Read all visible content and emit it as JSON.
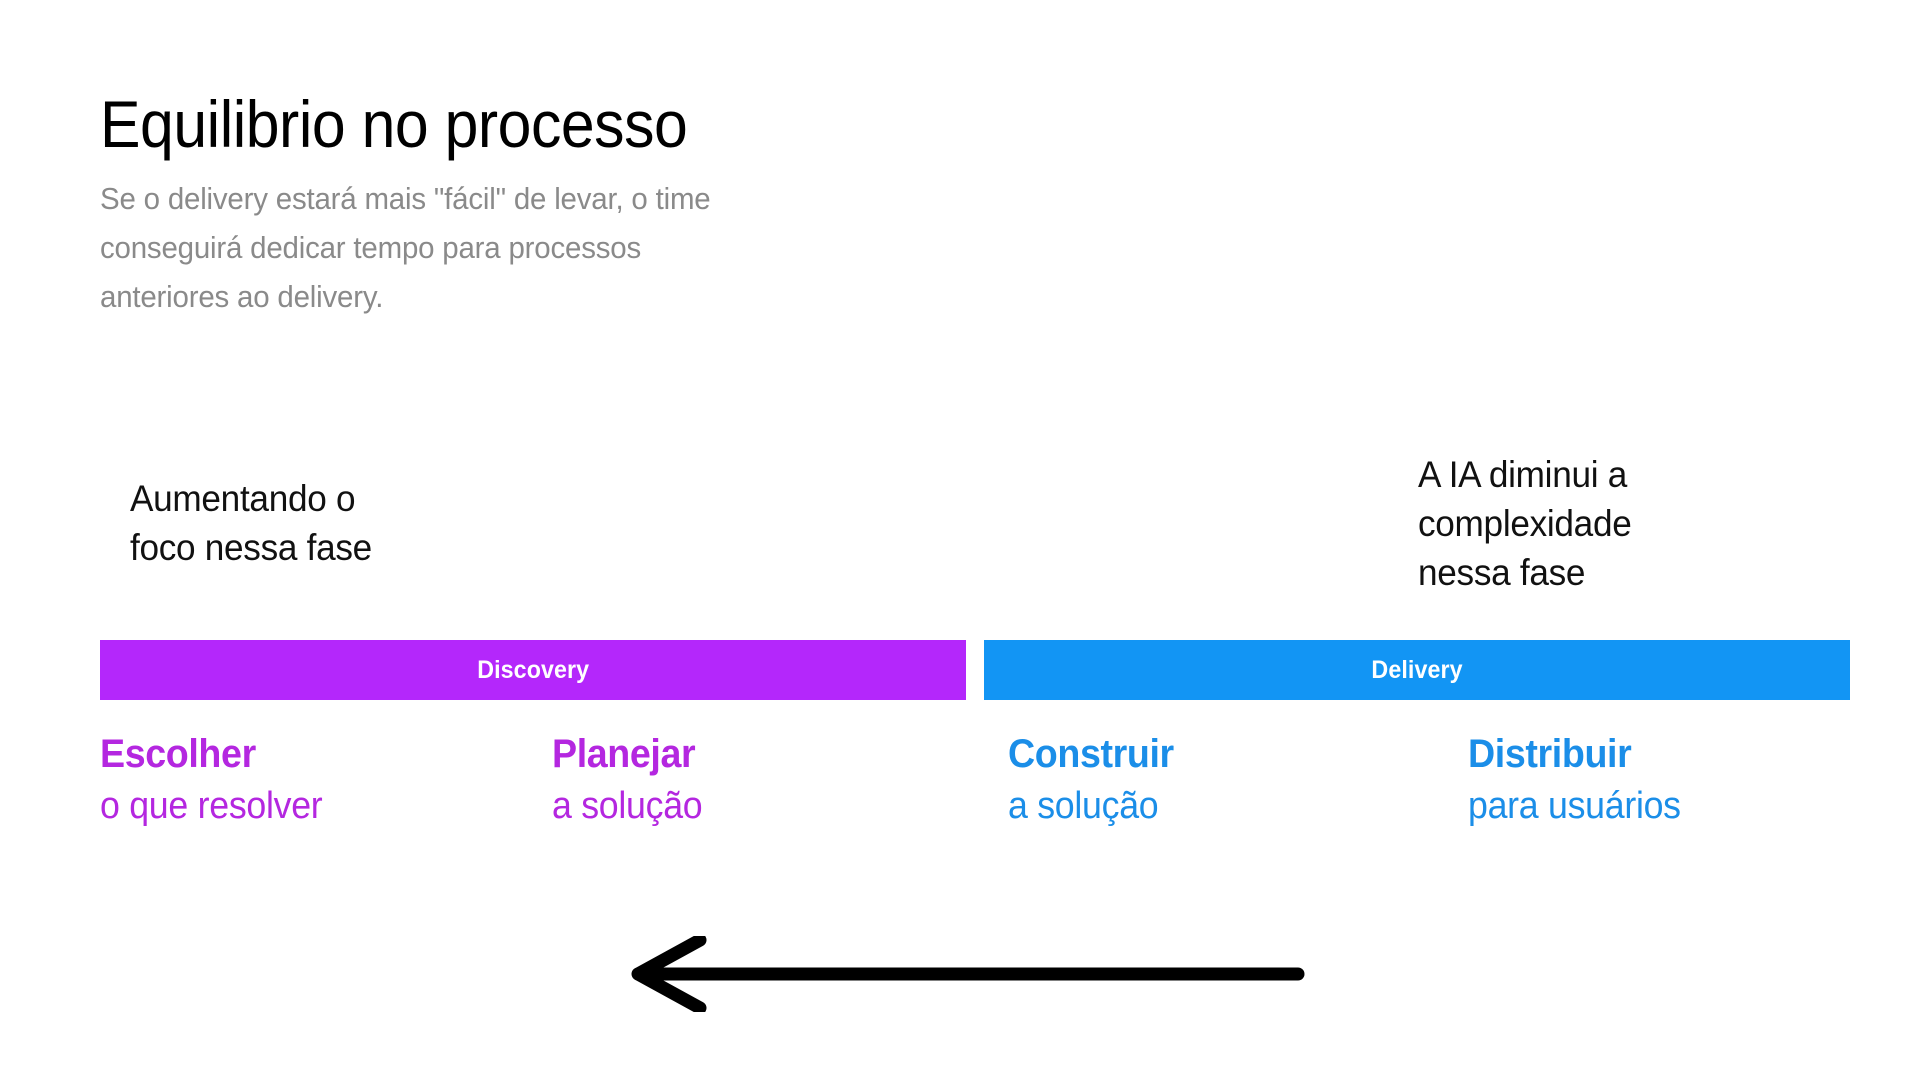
{
  "slide": {
    "title": "Equilibrio no processo",
    "subtitle_lines": [
      "Se o delivery estará mais \"fácil\" de levar, o time",
      "conseguirá dedicar tempo para processos",
      "anteriores ao delivery."
    ]
  },
  "annotations": {
    "left": {
      "lines": [
        "Aumentando o",
        "foco nessa fase"
      ]
    },
    "right": {
      "lines": [
        "A IA diminui a",
        "complexidade",
        "nessa fase"
      ]
    },
    "arrow": {
      "icon": "left-arrow-icon",
      "direction": "left",
      "color": "#000000"
    }
  },
  "phases": [
    {
      "label": "Discovery",
      "color": "#b427fb"
    },
    {
      "label": "Delivery",
      "color": "#1295f4"
    }
  ],
  "steps": [
    {
      "title": "Escolher",
      "subtitle": "o que resolver",
      "color": "#b427e0",
      "phase": "Discovery"
    },
    {
      "title": "Planejar",
      "subtitle": "a solução",
      "color": "#b427e0",
      "phase": "Discovery"
    },
    {
      "title": "Construir",
      "subtitle": "a solução",
      "color": "#1b8ee8",
      "phase": "Delivery"
    },
    {
      "title": "Distribuir",
      "subtitle": "para usuários",
      "color": "#1b8ee8",
      "phase": "Delivery"
    }
  ],
  "colors": {
    "background": "#ffffff",
    "title": "#000000",
    "subtitle": "#8a8a8a",
    "annotation": "#111111",
    "discovery": "#b427fb",
    "delivery": "#1295f4",
    "discovery_text": "#b427e0",
    "delivery_text": "#1b8ee8"
  }
}
